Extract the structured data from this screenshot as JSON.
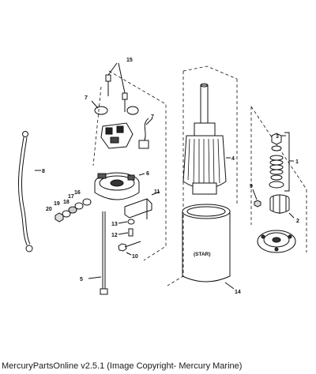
{
  "diagram": {
    "callouts": [
      "1",
      "2",
      "3",
      "4",
      "5",
      "6",
      "7",
      "7",
      "8",
      "9",
      "10",
      "11",
      "12",
      "13",
      "14",
      "15",
      "16",
      "17",
      "18",
      "19",
      "20"
    ],
    "body_label": "(STAR)"
  },
  "footer": {
    "caption": "MercuryPartsOnline v2.5.1 (Image Copyright- Mercury Marine)"
  }
}
